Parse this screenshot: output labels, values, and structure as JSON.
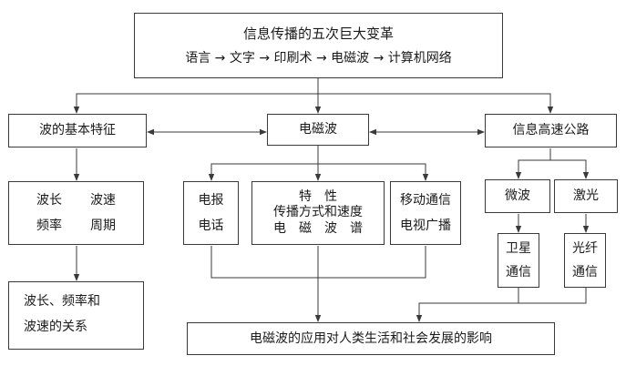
{
  "title_box": {
    "title": "信息传播的五次巨大变革",
    "stages": [
      "语言",
      "文字",
      "印刷术",
      "电磁波",
      "计算机网络"
    ],
    "arrow": "→"
  },
  "wave_features": {
    "label": "波的基本特征"
  },
  "em_wave": {
    "label": "电磁波"
  },
  "info_highway": {
    "label": "信息高速公路"
  },
  "wave_quantities": {
    "row1": [
      "波长",
      "波速"
    ],
    "row2": [
      "频率",
      "周期"
    ]
  },
  "wave_relation": {
    "line1": "波长、频率和",
    "line2": "波速的关系"
  },
  "telecom": {
    "line1": "电报",
    "line2": "电话"
  },
  "em_properties": {
    "line1": "特　性",
    "line2": "传播方式和速度",
    "line3": "电　磁　波　谱"
  },
  "mobile_tv": {
    "line1": "移动通信",
    "line2": "电视广播"
  },
  "microwave": {
    "label": "微波"
  },
  "laser": {
    "label": "激光"
  },
  "satellite": {
    "line1": "卫星",
    "line2": "通信"
  },
  "fiber": {
    "line1": "光纤",
    "line2": "通信"
  },
  "impact": {
    "label": "电磁波的应用对人类生活和社会发展的影响"
  }
}
